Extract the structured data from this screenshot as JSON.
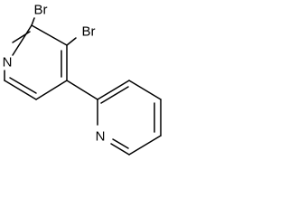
{
  "molecule": {
    "atoms": {
      "n1": "N",
      "n2": "N",
      "br1": "Br",
      "br2": "Br"
    }
  }
}
